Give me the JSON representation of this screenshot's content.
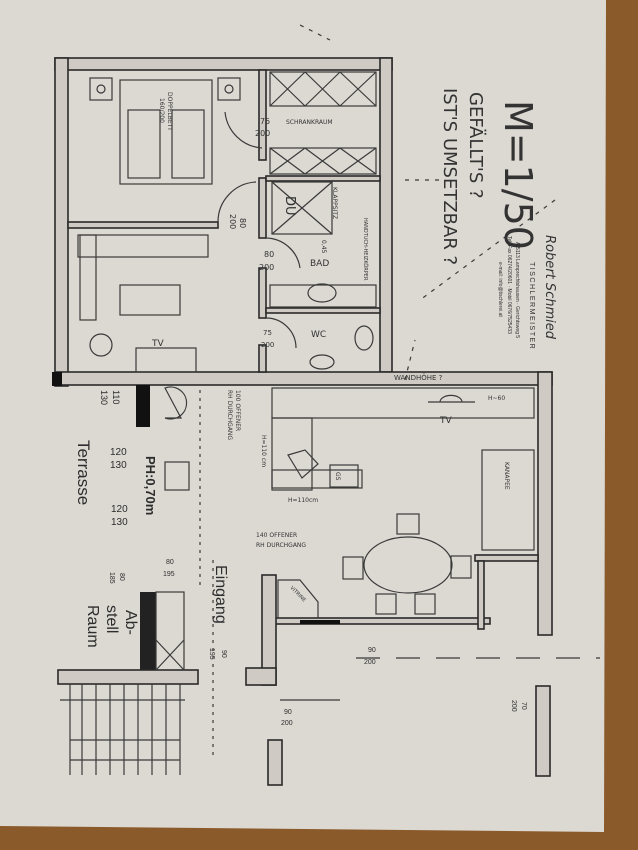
{
  "annotation": {
    "scale": "M=1/50",
    "question1": "GEFÄLLT'S ?",
    "question2": "IST'S UMSETZBAR ?"
  },
  "stamp": {
    "name": "Robert Schmied",
    "title": "TISCHLERMEISTER",
    "address": "A-5113 Lamprechtshausen · Gerichtsweg 5",
    "phone": "Tel./Fax 06274/20601 · Mobil 0676/7525433",
    "email": "e-mail: info@tischlerei.at"
  },
  "rooms": {
    "bedroom": {
      "bed": "DOPPELBETT",
      "bed_size": "160/200"
    },
    "closet": {
      "label": "SCHRANKRAUM",
      "door_w": "75",
      "door_h": "200"
    },
    "bedroom_door": {
      "w": "80",
      "h": "200"
    },
    "bath": {
      "label": "BAD",
      "shower": "DU",
      "folding": "KLAPPSITZ",
      "towel": "HANDTUCH-HEIZKÖRPER",
      "depth": "0,45",
      "door_w": "80",
      "door_h": "200"
    },
    "wc": {
      "label": "WC",
      "door_w": "75",
      "door_h": "200"
    },
    "living_upper": {
      "tv": "TV"
    },
    "living": {
      "wall_height": "WANDHÖHE ?",
      "tv": "TV",
      "tv_h": "H~60",
      "sofa": "KANAPEE",
      "kitchen_h1": "H=110 cm",
      "kitchen_h2": "H=110cm",
      "gs": "GS",
      "vitrine": "VITRINE",
      "opening1": "100 OFFENER",
      "opening1b": "RH DURCHGANG",
      "opening2": "140 OFFENER",
      "opening2b": "RH DURCHGANG"
    },
    "terrace": {
      "label": "Terrasse",
      "ph": "PH:0,70m",
      "w1a": "110",
      "w1b": "130",
      "w2a": "120",
      "w2b": "130",
      "w3a": "120",
      "w3b": "130"
    },
    "entrance": {
      "label": "Eingang",
      "door_w": "90",
      "door_h": "195",
      "d2w": "80",
      "d2h": "195",
      "d3w": "80",
      "d3h": "185"
    },
    "storage": {
      "label1": "Ab-",
      "label2": "stell",
      "label3": "Raum"
    },
    "doors_lower": [
      {
        "w": "90",
        "h": "200"
      },
      {
        "w": "90",
        "h": "200"
      },
      {
        "w": "70",
        "h": "200"
      }
    ]
  },
  "colors": {
    "paper": "#dcd9d3",
    "wood": "#8b5a2b",
    "ink": "#2a2a2a"
  }
}
